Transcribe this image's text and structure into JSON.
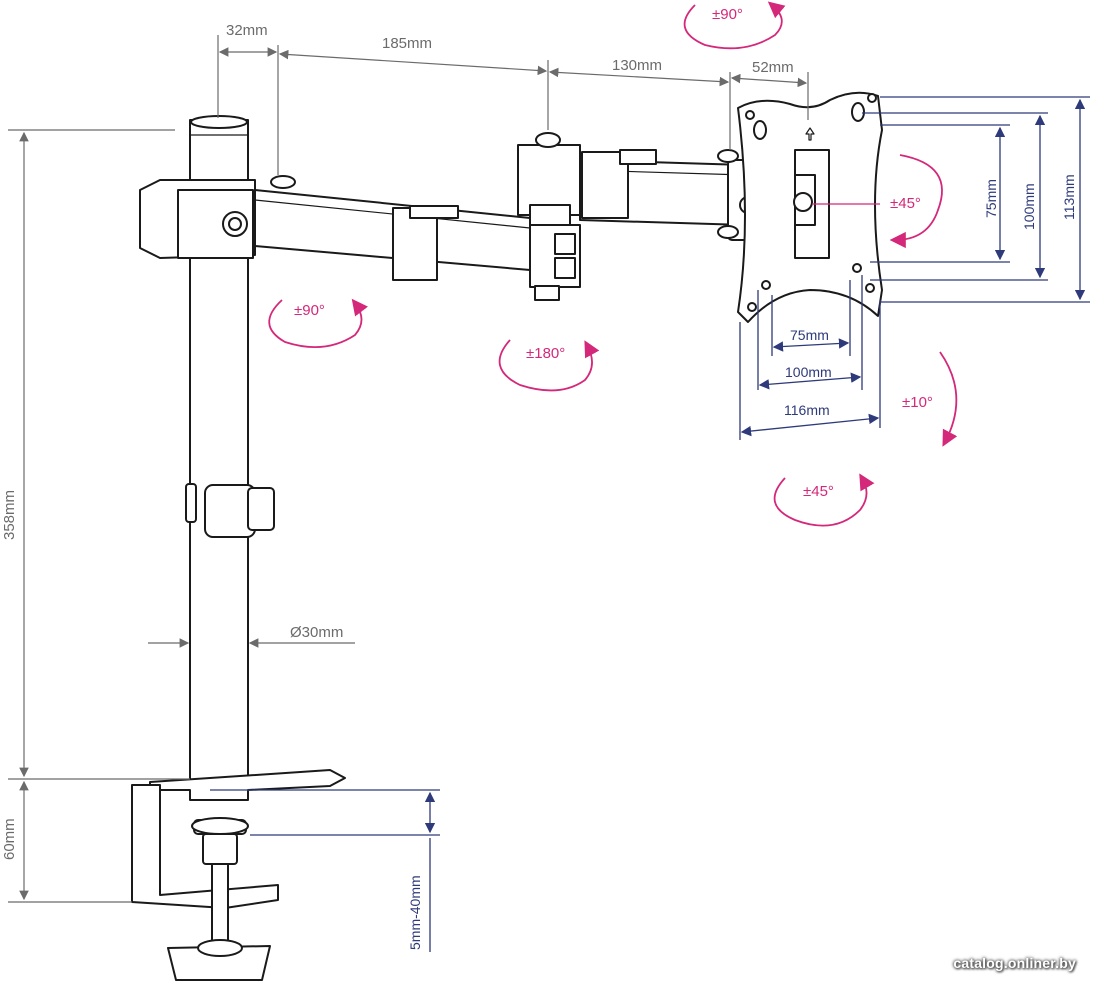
{
  "dimensions": {
    "arm_offset": "32mm",
    "arm1": "185mm",
    "arm2": "130mm",
    "head": "52mm",
    "pole_height": "358mm",
    "pole_diameter": "Ø30mm",
    "clamp_height": "60mm",
    "desk_thickness": "5mm-40mm"
  },
  "vesa": {
    "h75": "75mm",
    "h100": "100mm",
    "h116": "116mm",
    "v75": "75mm",
    "v100": "100mm",
    "v113": "113mm"
  },
  "rotations": {
    "top": "±90°",
    "arm_base": "±90°",
    "arm_joint": "±180°",
    "plate": "±45°",
    "tilt": "±10°",
    "swivel": "±45°"
  },
  "watermark": "catalog.onliner.by",
  "colors": {
    "dimension_gray": "#6b6b6b",
    "vesa_blue": "#2e3a7a",
    "rotation_pink": "#d4287a",
    "outline": "#1a1a1a"
  }
}
